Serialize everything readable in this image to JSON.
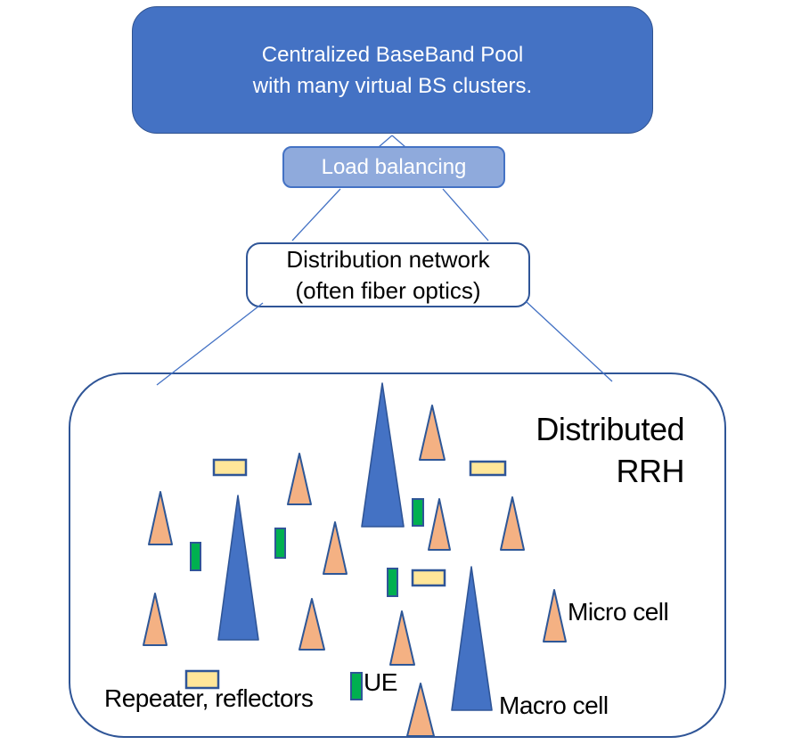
{
  "title_box": {
    "line1": "Centralized BaseBand Pool",
    "line2": "with many virtual BS clusters."
  },
  "load_balancing": {
    "label": "Load balancing"
  },
  "distribution": {
    "line1": "Distribution network",
    "line2": "(often fiber optics)"
  },
  "rrh_area": {
    "title_line1": "Distributed",
    "title_line2": "RRH",
    "label_repeater": "Repeater, reflectors",
    "label_ue": "UE",
    "label_micro": "Micro cell",
    "label_macro": "Macro cell"
  },
  "colors": {
    "baseband_fill": "#4472C4",
    "baseband_border": "#2F528F",
    "load_fill": "#8FAADC",
    "load_border": "#4472C4",
    "box_border": "#2F5597",
    "connector": "#4472C4",
    "macro_fill": "#4472C4",
    "macro_stroke": "#2F5597",
    "micro_fill": "#F4B183",
    "micro_stroke": "#2E5797",
    "ue_fill": "#00B050",
    "ue_stroke": "#2F5597",
    "repeater_fill": "#FFE699",
    "repeater_stroke": "#2F5597"
  },
  "shapes": {
    "connectors": [
      [
        440,
        152,
        425,
        165
      ],
      [
        440,
        152,
        455,
        165
      ],
      [
        382,
        212,
        328,
        270
      ],
      [
        497,
        212,
        548,
        270
      ],
      [
        295,
        340,
        176,
        432
      ],
      [
        590,
        338,
        687,
        428
      ]
    ],
    "macro_triangles": [
      [
        429,
        430,
        406,
        453,
        591
      ],
      [
        267,
        556,
        245,
        290,
        718
      ],
      [
        529,
        636,
        507,
        552,
        797
      ]
    ],
    "micro_triangles": [
      [
        180,
        552,
        167,
        193,
        611
      ],
      [
        174,
        666,
        161,
        187,
        724
      ],
      [
        336,
        509,
        323,
        349,
        566
      ],
      [
        376,
        586,
        363,
        389,
        644
      ],
      [
        350,
        672,
        336,
        364,
        729
      ],
      [
        485,
        455,
        471,
        499,
        516
      ],
      [
        493,
        560,
        481,
        505,
        617
      ],
      [
        575,
        558,
        562,
        588,
        617
      ],
      [
        451,
        686,
        438,
        465,
        746
      ],
      [
        472,
        767,
        457,
        487,
        826
      ],
      [
        622,
        662,
        610,
        635,
        720
      ]
    ],
    "ue_rects": [
      [
        214,
        609,
        11,
        31
      ],
      [
        309,
        593,
        11,
        33
      ],
      [
        463,
        560,
        12,
        30
      ],
      [
        435,
        638,
        11,
        31
      ],
      [
        394,
        755,
        12,
        30
      ]
    ],
    "repeater_rects": [
      [
        240,
        516,
        36,
        17
      ],
      [
        528,
        518,
        39,
        15
      ],
      [
        463,
        640,
        36,
        17
      ],
      [
        209,
        753,
        36,
        19
      ]
    ]
  }
}
